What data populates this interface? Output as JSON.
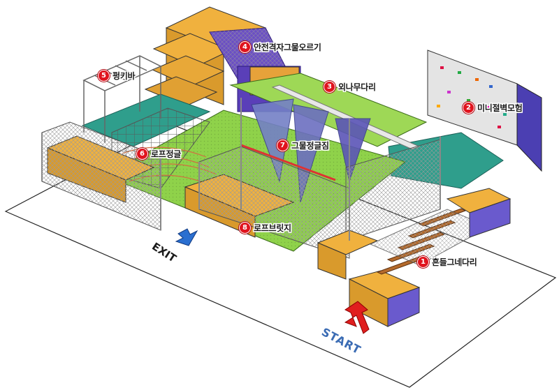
{
  "callouts": [
    {
      "id": "1",
      "label": "흔들그네다리"
    },
    {
      "id": "2",
      "label": "미니절벽모험"
    },
    {
      "id": "3",
      "label": "외나무다리"
    },
    {
      "id": "4",
      "label": "안전격자그물오르기"
    },
    {
      "id": "5",
      "label": "펑키바"
    },
    {
      "id": "6",
      "label": "로프정글"
    },
    {
      "id": "7",
      "label": "그물정글짐"
    },
    {
      "id": "8",
      "label": "로프브릿지"
    }
  ],
  "signs": {
    "exit": "EXIT",
    "start": "START"
  },
  "colors": {
    "floor": "#8fd24a",
    "platform": "#e0a33d",
    "wall": "#6a5acd",
    "foam": "#2e9a8a",
    "start_arrow": "#e01e1e",
    "exit_arrow": "#2a6fd0"
  }
}
